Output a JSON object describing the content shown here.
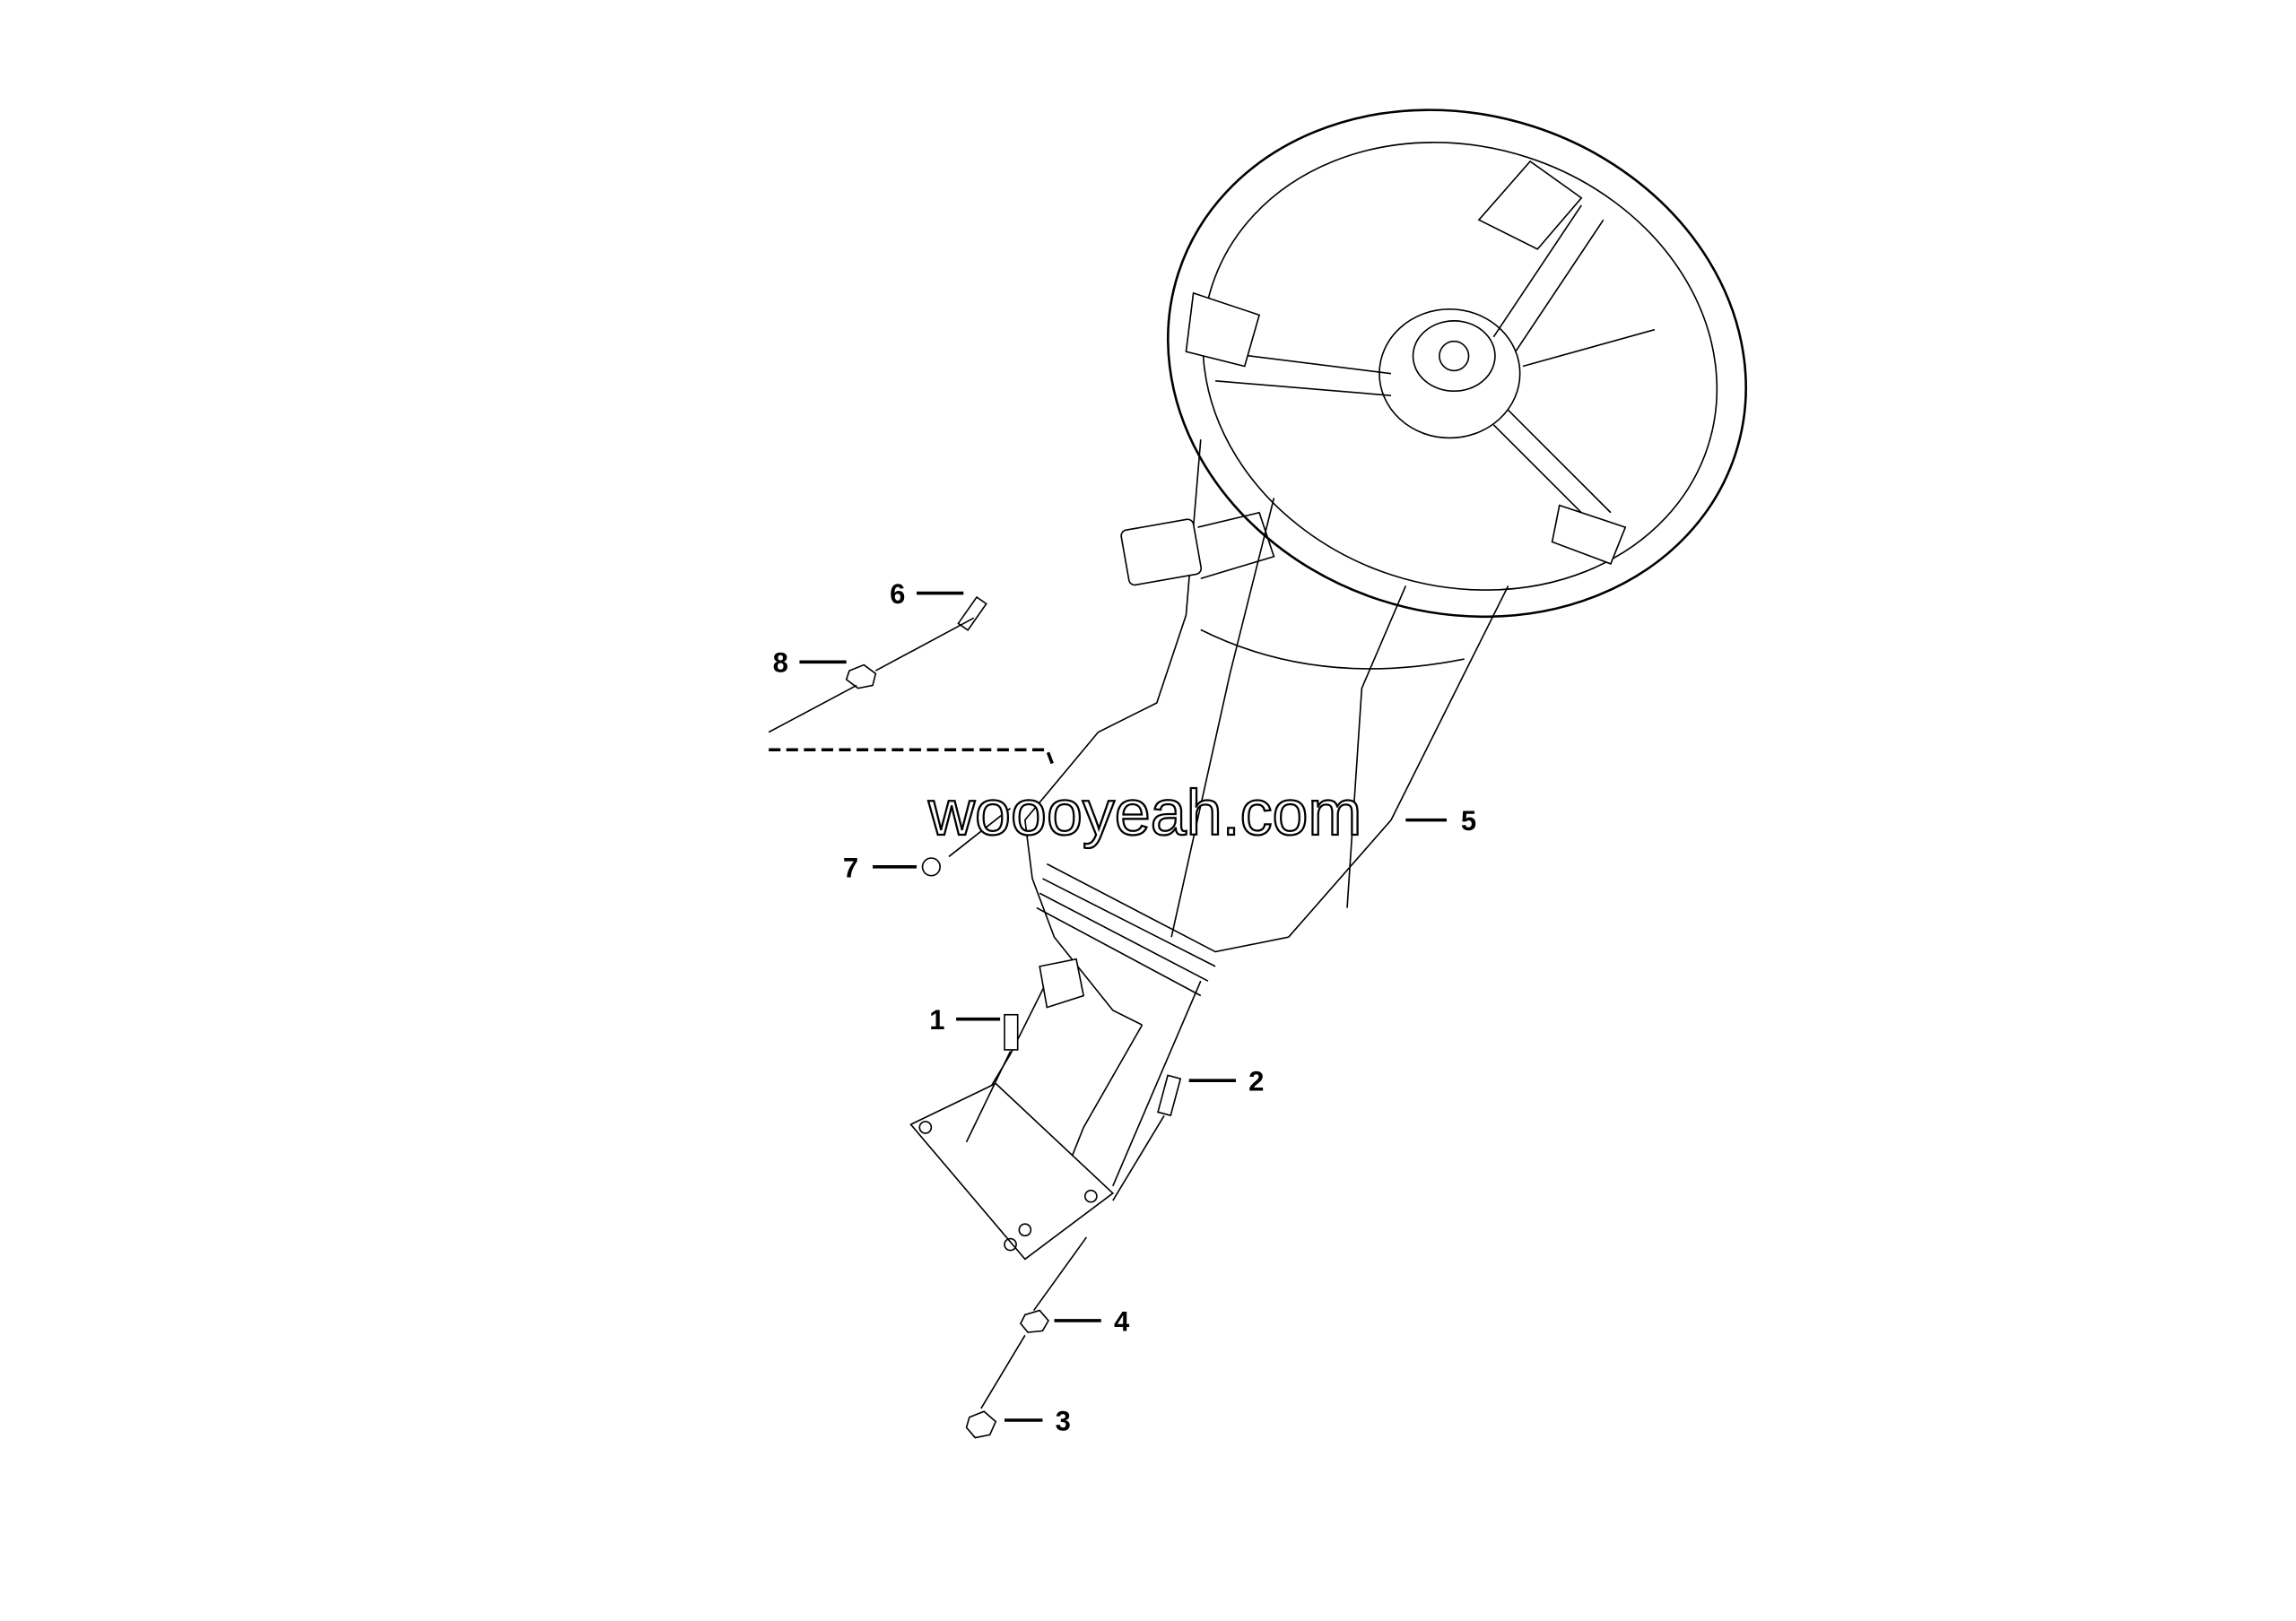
{
  "diagram": {
    "watermark": "woooyeah.com",
    "callouts": [
      {
        "id": "1",
        "label": "1"
      },
      {
        "id": "2",
        "label": "2"
      },
      {
        "id": "3",
        "label": "3"
      },
      {
        "id": "4",
        "label": "4"
      },
      {
        "id": "5",
        "label": "5"
      },
      {
        "id": "6",
        "label": "6"
      },
      {
        "id": "7",
        "label": "7"
      },
      {
        "id": "8",
        "label": "8"
      }
    ]
  }
}
